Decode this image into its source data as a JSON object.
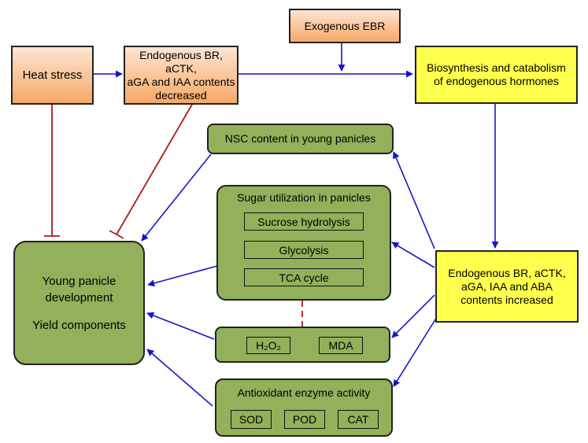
{
  "nodes": {
    "heat_stress": "Heat  stress",
    "endogenous_decreased": [
      "Endogenous BR, aCTK,",
      "aGA and IAA contents",
      "decreased"
    ],
    "exogenous_ebr": "Exogenous EBR",
    "biosynthesis": [
      "Biosynthesis and catabolism",
      "of endogenous hormones"
    ],
    "nsc_content": "NSC content in young panicles",
    "sugar_utilization": {
      "title": "Sugar utilization in panicles",
      "items": [
        "Sucrose hydrolysis",
        "Glycolysis",
        "TCA cycle"
      ]
    },
    "young_panicle": [
      "Young panicle",
      "development",
      "Yield components"
    ],
    "endogenous_increased": [
      "Endogenous BR, aCTK,",
      "aGA, IAA and ABA",
      "contents increased"
    ],
    "ros": {
      "h2o2": "H₂O₂",
      "mda": "MDA"
    },
    "antioxidant": {
      "title": "Antioxidant enzyme activity",
      "items": [
        "SOD",
        "POD",
        "CAT"
      ]
    }
  },
  "colors": {
    "promote_arrow": "#1515c8",
    "inhibit_line": "#b01a1a",
    "orange_box": "#f6a866",
    "yellow_box": "#ffff4d",
    "green_box": "#92b15a"
  }
}
